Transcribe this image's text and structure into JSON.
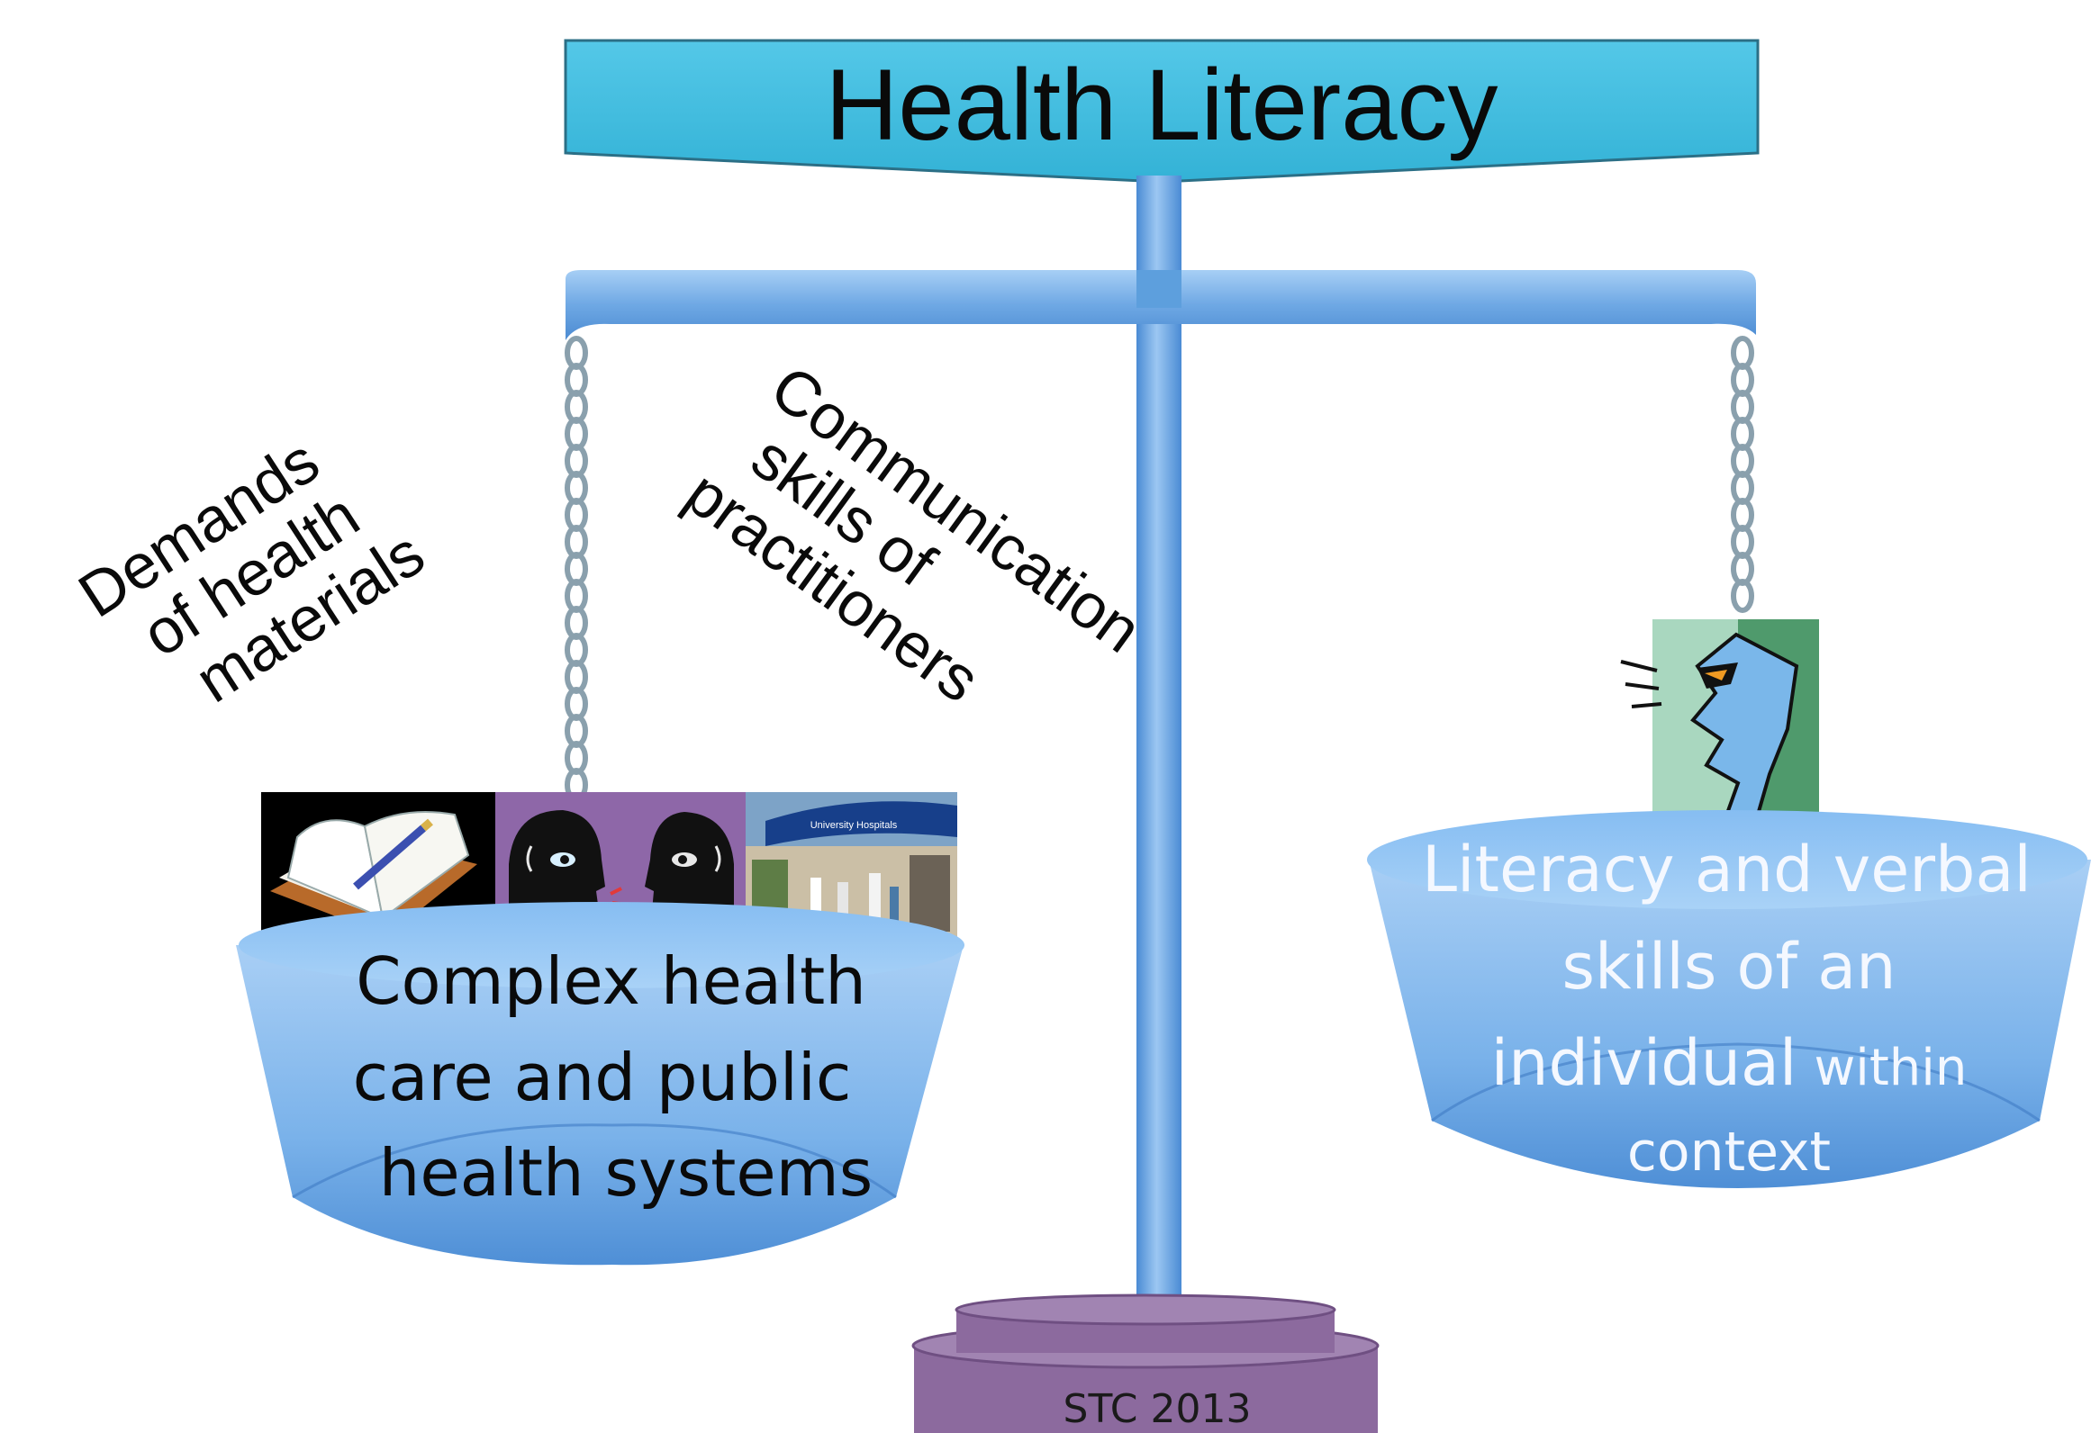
{
  "title": "Health Literacy",
  "left_labels": {
    "demands": [
      "Demands",
      "of health",
      "materials"
    ],
    "communication": [
      "Communication",
      "skills of",
      "practitioners"
    ]
  },
  "left_bowl": {
    "lines": [
      "Complex health",
      "care and public",
      "health systems"
    ]
  },
  "right_bowl": {
    "lines": [
      "Literacy and verbal",
      "skills of an",
      "individual",
      "within",
      "context"
    ]
  },
  "images": {
    "left": [
      "book-pen-icon",
      "two-faces-talking-icon",
      "hospital-photo"
    ],
    "right": [
      "thinking-face-icon"
    ],
    "hospital_sign": "University Hospitals"
  },
  "footer": "STC 2013",
  "colors": {
    "title_box": "#44bfe0",
    "scale_blue": "#5d9fdd",
    "bowl_light": "#a9cff5",
    "bowl_dark": "#4f8fd6",
    "base_purple": "#8c6a9e"
  }
}
